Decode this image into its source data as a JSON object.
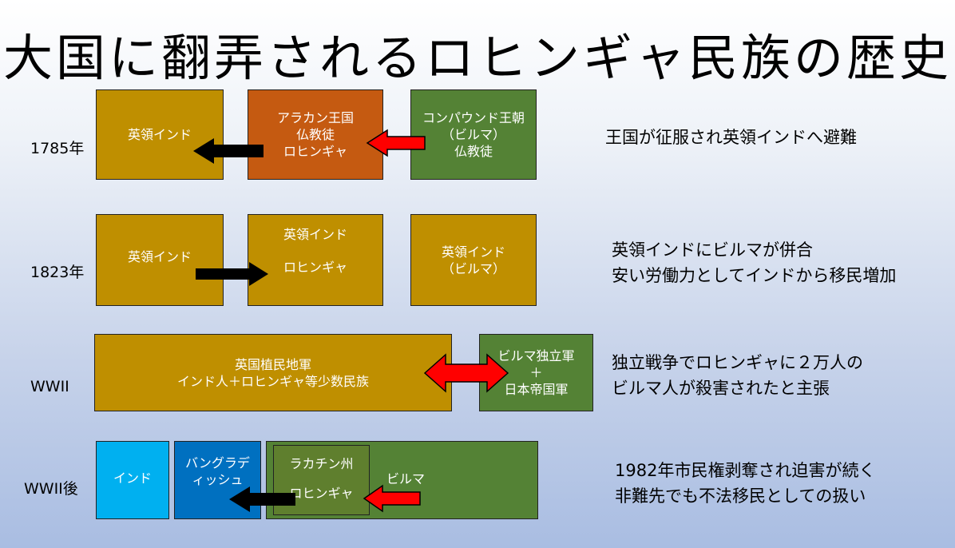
{
  "title": "大国に翻弄されるロヒンギャ民族の歴史",
  "colors": {
    "gold": "#bf8f00",
    "orange": "#c55a11",
    "green": "#548235",
    "cyan": "#00b0f0",
    "blue": "#0070c0",
    "red_arrow": "#ff0000",
    "black_arrow": "#000000"
  },
  "rows": [
    {
      "year": "1785年",
      "boxes": [
        {
          "lines": [
            "英領インド"
          ]
        },
        {
          "lines": [
            "アラカン王国",
            "仏教徒",
            "ロヒンギャ"
          ]
        },
        {
          "lines": [
            "コンパウンド王朝",
            "（ビルマ）",
            "仏教徒"
          ]
        }
      ],
      "desc": [
        "王国が征服され英領インドへ避難"
      ]
    },
    {
      "year": "1823年",
      "boxes": [
        {
          "lines": [
            "英領インド"
          ]
        },
        {
          "lines": [
            "英領インド",
            "ロヒンギャ"
          ]
        },
        {
          "lines": [
            "英領インド",
            "（ビルマ）"
          ]
        }
      ],
      "desc": [
        "英領インドにビルマが併合",
        "安い労働力としてインドから移民増加"
      ]
    },
    {
      "year": "WWII",
      "boxes": [
        {
          "lines": [
            "英国植民地軍",
            "インド人＋ロヒンギャ等少数民族"
          ]
        },
        {
          "lines": [
            "ビルマ独立軍",
            "＋",
            "日本帝国軍"
          ]
        }
      ],
      "desc": [
        "独立戦争でロヒンギャに２万人の",
        "ビルマ人が殺害されたと主張"
      ]
    },
    {
      "year": "WWII後",
      "boxes": [
        {
          "lines": [
            "インド"
          ]
        },
        {
          "lines": [
            "バングラデ",
            "ィッシュ"
          ]
        },
        {
          "lines": [
            "ビルマ"
          ]
        },
        {
          "lines": [
            "ラカチン州",
            "ロヒンギャ"
          ]
        }
      ],
      "desc": [
        "1982年市民権剥奪され迫害が続く",
        "非難先でも不法移民としての扱い"
      ]
    }
  ]
}
